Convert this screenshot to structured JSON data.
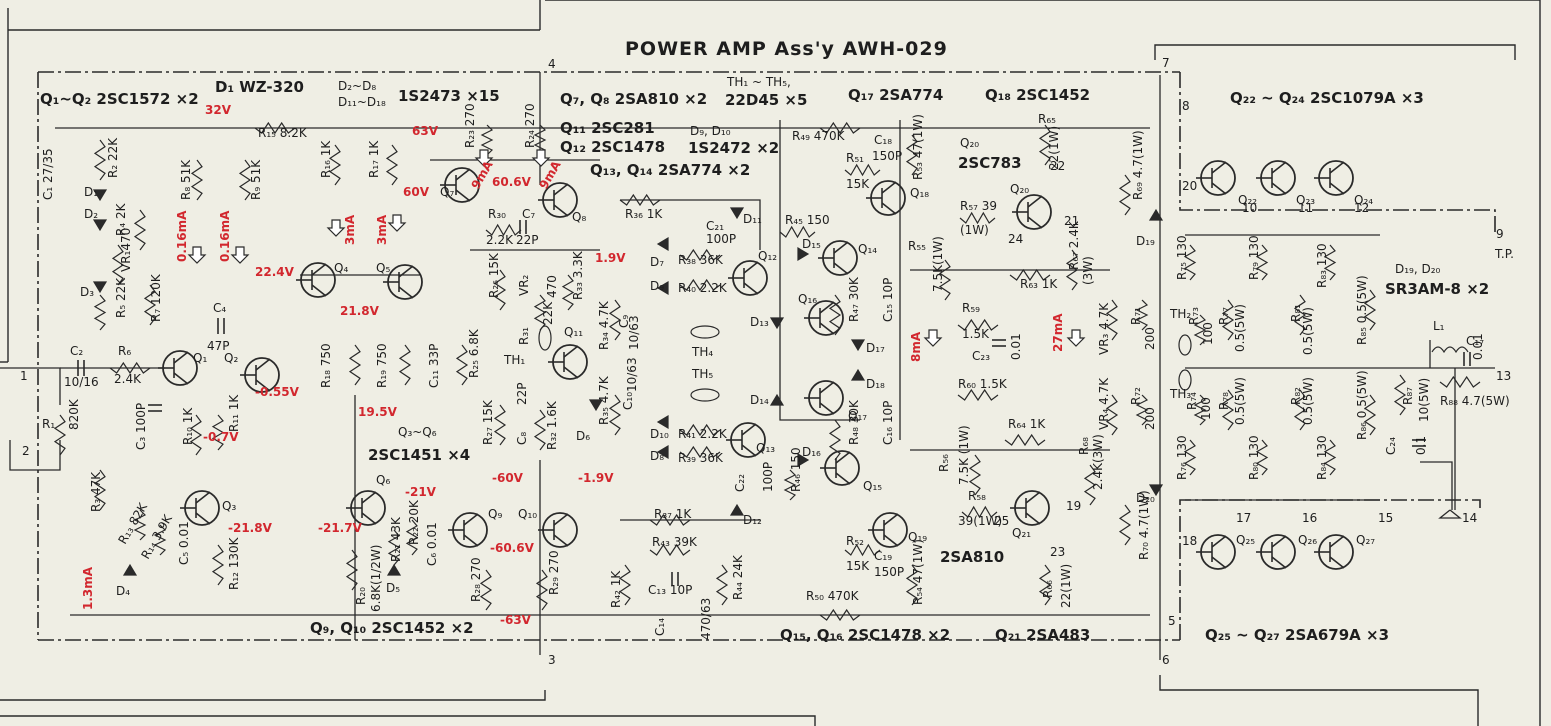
{
  "title": "POWER AMP Ass'y AWH-029",
  "colors": {
    "paper": "#efeee4",
    "ink": "#2a2a2a",
    "voltage_red": "#d2272e"
  },
  "parts": {
    "q1_q2": "Q₁~Q₂ 2SC1572 ×2",
    "d1": "D₁ WZ-320",
    "d2_d8": "D₂~D₈",
    "d11_d18": "D₁₁~D₁₈",
    "is2473": "1S2473 ×15",
    "q7_q8": "Q₇, Q₈ 2SA810 ×2",
    "q11": "Q₁₁ 2SC281",
    "q12": "Q₁₂ 2SC1478",
    "q13_q14": "Q₁₃, Q₁₄ 2SA774 ×2",
    "th1_th5": "TH₁ ~ TH₅,",
    "th_type": "22D45 ×5",
    "d9_d10": "D₉, D₁₀",
    "is2472": "1S2472 ×2",
    "q17": "Q₁₇ 2SA774",
    "q18": "Q₁₈ 2SC1452",
    "q20_label": "Q₂₀",
    "q20_type": "2SC783",
    "q22_q24": "Q₂₂ ~ Q₂₄ 2SC1079A ×3",
    "d19_d20": "D₁₉, D₂₀",
    "sr3am": "SR3AM-8 ×2",
    "q3_q6_label": "Q₃~Q₆",
    "q3_q6_type": "2SC1451 ×4",
    "q9_q10": "Q₉, Q₁₀ 2SC1452 ×2",
    "q15_q16": "Q₁₅, Q₁₆ 2SC1478 ×2",
    "q19": "2SA810",
    "q21": "Q₂₁ 2SA483",
    "q25_q27": "Q₂₅ ~ Q₂₇ 2SA679A ×3",
    "tp": "T.P."
  },
  "terminals": {
    "t1": "1",
    "t2": "2",
    "t3": "3",
    "t4": "4",
    "t5": "5",
    "t6": "6",
    "t7": "7",
    "t8": "8",
    "t9": "9",
    "t10": "10",
    "t11": "11",
    "t12": "12",
    "t13": "13",
    "t14": "14",
    "t15": "15",
    "t16": "16",
    "t17": "17",
    "t18": "18",
    "t19": "19",
    "t20": "20",
    "t21": "21",
    "t22": "22",
    "t23": "23",
    "t24": "24",
    "t25": "25"
  },
  "voltages": {
    "v32": "32V",
    "v63": "63V",
    "v60_6": "60.6V",
    "v60": "60V",
    "v22_4": "22.4V",
    "v21_8": "21.8V",
    "v1_9": "1.9V",
    "v19_5": "19.5V",
    "v_055": "-0.55V",
    "v_07": "-0.7V",
    "v_218": "-21.8V",
    "v_21": "-21V",
    "v_217": "-21.7V",
    "v_60": "-60V",
    "v_19": "-1.9V",
    "v_606": "-60.6V",
    "v_63": "-63V"
  },
  "currents": {
    "i016a": "0.16mA",
    "i016b": "0.16mA",
    "i3a": "3mA",
    "i3b": "3mA",
    "i9a": "9mA",
    "i9b": "9mA",
    "i13": "1.3mA",
    "i8": "8mA",
    "i27": "27mA"
  },
  "components": {
    "r15": "R₁₅ 8.2K",
    "r2": "R₂ 22K",
    "r4": "R₄ 2K",
    "vr1": "VR₁470",
    "r5": "R₅ 22K",
    "r7": "R₇ 120K",
    "r8": "R₈ 51K",
    "r9": "R₉ 51K",
    "c1": "C₁ 27/35",
    "c2": "C₂",
    "c2v": "10/16",
    "r6": "R₆",
    "r6v": "2.4K",
    "r1": "R₁",
    "r1v": "820K",
    "c3": "C₃ 100P",
    "c4": "C₄",
    "c4v": "47P",
    "r10": "R₁₀ 1K",
    "r11": "R₁₁ 1K",
    "r3": "R₃ 47K",
    "r13": "R₁₃ 82K",
    "r14": "R₁₄ 3.9K",
    "c5": "C₅ 0.01",
    "r12": "R₁₂ 130K",
    "r16": "R₁₆ 1K",
    "r17": "R₁₇ 1K",
    "r18": "R₁₈ 750",
    "r19": "R₁₉ 750",
    "r23": "R₂₃ 270",
    "r24": "R₂₄ 270",
    "r30": "R₃₀",
    "r30v": "2.2K",
    "c7": "C₇",
    "c7v": "22P",
    "c11": "C₁₁ 33P",
    "r25": "R₂₅ 6.8K",
    "r26": "R₂₆ 15K",
    "r27": "R₂₇ 15K",
    "c8": "C₈",
    "c8v": "22P",
    "vr2": "VR₂",
    "vr2v": "470",
    "r31": "R₃₁",
    "r31v": "22K",
    "r33": "R₃₃ 3.3K",
    "th1": "TH₁",
    "r32": "R₃₂ 1.6K",
    "r20": "R₂₀",
    "r20v": "6.8K(1/2W)",
    "r21": "R₂₁ 43K",
    "r22": "R₂₂ 20K",
    "c6": "C₆ 0.01",
    "r28": "R₂₈ 270",
    "r29": "R₂₉ 270",
    "r36": "R₃₆ 1K",
    "c21": "C₂₁",
    "c21v": "100P",
    "r45": "R₄₅ 150",
    "r38": "R₃₈ 36K",
    "r40": "R₄₀ 2.2K",
    "r34": "R₃₄ 4.7K",
    "c9": "C₉",
    "c9v": "10/63",
    "th4": "TH₄",
    "th5": "TH₅",
    "r35": "R₃₅ 4.7K",
    "c10": "C₁₀",
    "c10v": "10/63",
    "r41": "R₄₁ 2.2K",
    "r39": "R₃₉ 36K",
    "r37": "R₃₇ 1K",
    "c22": "C₂₂",
    "c22v": "100P",
    "r46": "R₄₆ 150",
    "r43": "R₄₃ 39K",
    "r42": "R₄₂ 1K",
    "c13": "C₁₃ 10P",
    "r44": "R₄₄ 24K",
    "c14": "C₁₄",
    "c14v": "470/63",
    "r49": "R₄₉ 470K",
    "c18": "C₁₈",
    "c18v": "150P",
    "r51": "R₅₁",
    "r51v": "15K",
    "r53": "R₅₃ 47(1W)",
    "r47": "R₄₇ 30K",
    "c15": "C₁₅ 10P",
    "r48": "R₄₈ 30K",
    "c16": "C₁₆ 10P",
    "r52": "R₅₂",
    "r52v": "15K",
    "c19": "C₁₉",
    "c19v": "150P",
    "r54": "R₅₄ 47(1W)",
    "r50": "R₅₀ 470K",
    "r65": "R₆₅",
    "r65v": "22(1W)",
    "r57": "R₅₇ 39",
    "r57v": "(1W)",
    "r55": "R₅₅",
    "r55v": "7.5K(1W)",
    "r67": "R₆₇ 2.4K",
    "r67v": "(3W)",
    "r63": "R₆₃ 1K",
    "r59": "R₅₉",
    "r59v": "1.5K",
    "c23": "C₂₃",
    "c23v": "0.01",
    "r60": "R₆₀ 1.5K",
    "r64": "R₆₄ 1K",
    "r56": "R₅₆",
    "r56v": "7.5K (1W)",
    "r58": "R₅₈",
    "r58v": "39(1W)",
    "r68": "R₆₈",
    "r68v": "2.4K(3W)",
    "r66": "R₆₆",
    "r66v": "22(1W)",
    "r69": "R₆₉ 4.7(1W)",
    "r70": "R₇₀ 4.7(1W)",
    "vr3": "VR₃ 4.7K",
    "vr4": "VR₄ 4.7K",
    "r71": "R₇₁",
    "r71v": "200",
    "r72": "R₇₂",
    "r72v": "200",
    "th2": "TH₂",
    "th3": "TH₃",
    "r73": "R₇₃",
    "r73v": "100",
    "r74": "R₇₄",
    "r74v": "100",
    "r75": "R₇₅ 130",
    "r79": "R₇₉ 130",
    "r83": "R₈₃ 130",
    "r77": "R₇₇",
    "r77v": "0.5(5W)",
    "r81": "R₈₁",
    "r81v": "0.5(5W)",
    "r85": "R₈₅ 0.5(5W)",
    "r78": "R₇₈",
    "r78v": "0.5(5W)",
    "r82": "R₈₂",
    "r82v": "0.5(5W)",
    "r86": "R₈₆ 0.5(5W)",
    "r76": "R₇₆ 130",
    "r80": "R₈₀ 130",
    "r84": "R₈₄ 130",
    "l1": "L₁",
    "c17": "C₁₇",
    "c17v": "0.01",
    "r88": "R₈₈ 4.7(5W)",
    "r87": "R₈₇",
    "r87v": "10(5W)",
    "c24": "C₂₄",
    "c24v": "0.1",
    "d1": "D₁",
    "d2": "D₂",
    "d3": "D₃",
    "d4": "D₄",
    "d5": "D₅",
    "d6": "D₆",
    "d7": "D₇",
    "d8": "D₈",
    "d9": "D₉",
    "d10": "D₁₀",
    "d11": "D₁₁",
    "d12": "D₁₂",
    "d13": "D₁₃",
    "d14": "D₁₄",
    "d15": "D₁₅",
    "d16": "D₁₆",
    "d17": "D₁₇",
    "d18": "D₁₈",
    "d19": "D₁₉",
    "d20": "D₂₀",
    "q1": "Q₁",
    "q2": "Q₂",
    "q3": "Q₃",
    "q4": "Q₄",
    "q5": "Q₅",
    "q6": "Q₆",
    "q7": "Q₇",
    "q8": "Q₈",
    "q9": "Q₉",
    "q10": "Q₁₀",
    "q11": "Q₁₁",
    "q12": "Q₁₂",
    "q13": "Q₁₃",
    "q14": "Q₁₄",
    "q15": "Q₁₅",
    "q16": "Q₁₆",
    "q17": "Q₁₇",
    "q18": "Q₁₈",
    "q19": "Q₁₉",
    "q20": "Q₂₀",
    "q21": "Q₂₁",
    "q22": "Q₂₂",
    "q23": "Q₂₃",
    "q24": "Q₂₄",
    "q25": "Q₂₅",
    "q26": "Q₂₆",
    "q27": "Q₂₇"
  }
}
